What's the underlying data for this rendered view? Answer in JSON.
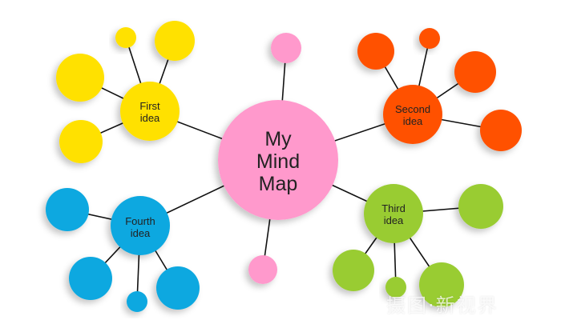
{
  "center": {
    "line1": "My",
    "line2": "Mind",
    "line3": "Map",
    "color": "#ff99cc"
  },
  "branches": [
    {
      "id": "first",
      "line1": "First",
      "line2": "idea",
      "color": "#ffe100"
    },
    {
      "id": "second",
      "line1": "Second",
      "line2": "idea",
      "color": "#ff5100"
    },
    {
      "id": "third",
      "line1": "Third",
      "line2": "idea",
      "color": "#99cc33"
    },
    {
      "id": "fourth",
      "line1": "Fourth",
      "line2": "idea",
      "color": "#0aa8e0"
    }
  ],
  "line_color": "#111111",
  "watermark": "摄图·新视界"
}
